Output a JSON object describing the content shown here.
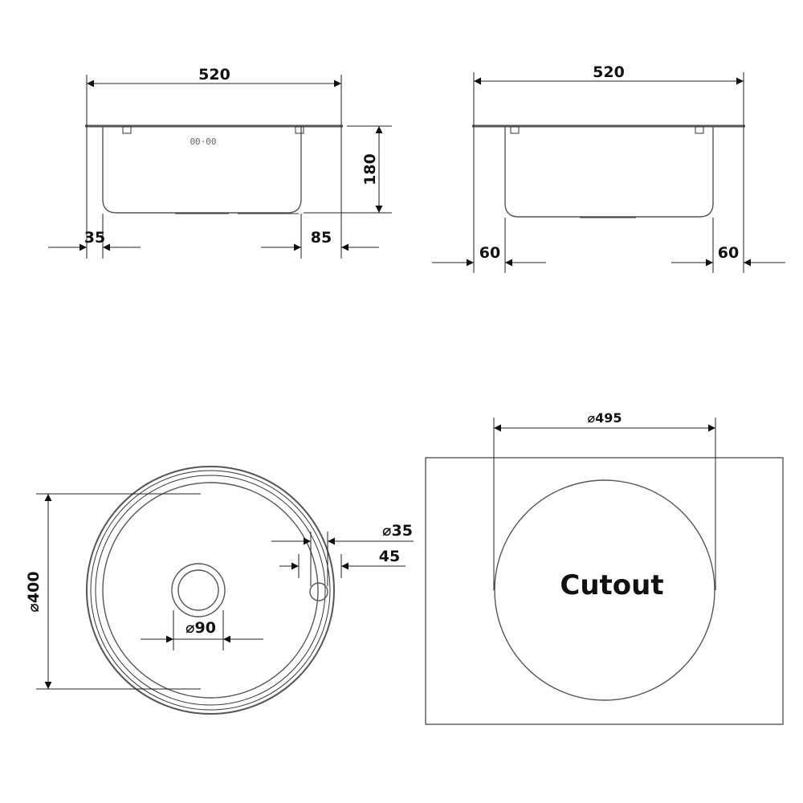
{
  "front_view": {
    "width_label": "520",
    "depth_label": "180",
    "left_offset_label": "35",
    "right_offset_label": "85"
  },
  "side_view": {
    "width_label": "520",
    "left_offset_label": "60",
    "right_offset_label": "60"
  },
  "top_view": {
    "diameter_label": "⌀400",
    "drain_label": "⌀90",
    "tap_hole_label": "⌀35",
    "tap_offset_label": "45"
  },
  "cutout_view": {
    "diameter_label": "⌀495",
    "title": "Cutout"
  },
  "colors": {
    "line": "#555555",
    "text": "#111111"
  }
}
